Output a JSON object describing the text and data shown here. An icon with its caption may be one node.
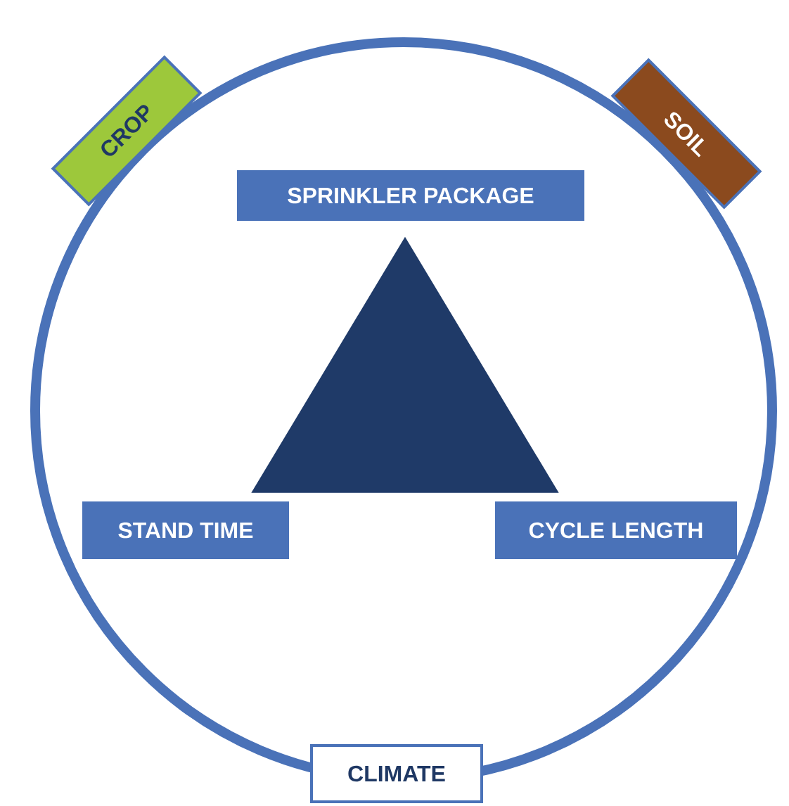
{
  "diagram": {
    "nodes": [
      {
        "text": [
          "CROP"
        ]
      },
      {
        "text": [
          "SOIL"
        ]
      },
      {
        "text": [
          "SPRINKLER  PACKAGE"
        ]
      },
      {
        "text": [],
        "shape": "triangle"
      },
      {
        "text": [
          "STAND TIME"
        ]
      },
      {
        "text": [
          "CYCLE LENGTH"
        ]
      },
      {
        "text": [
          "CLIMATE"
        ]
      }
    ]
  }
}
